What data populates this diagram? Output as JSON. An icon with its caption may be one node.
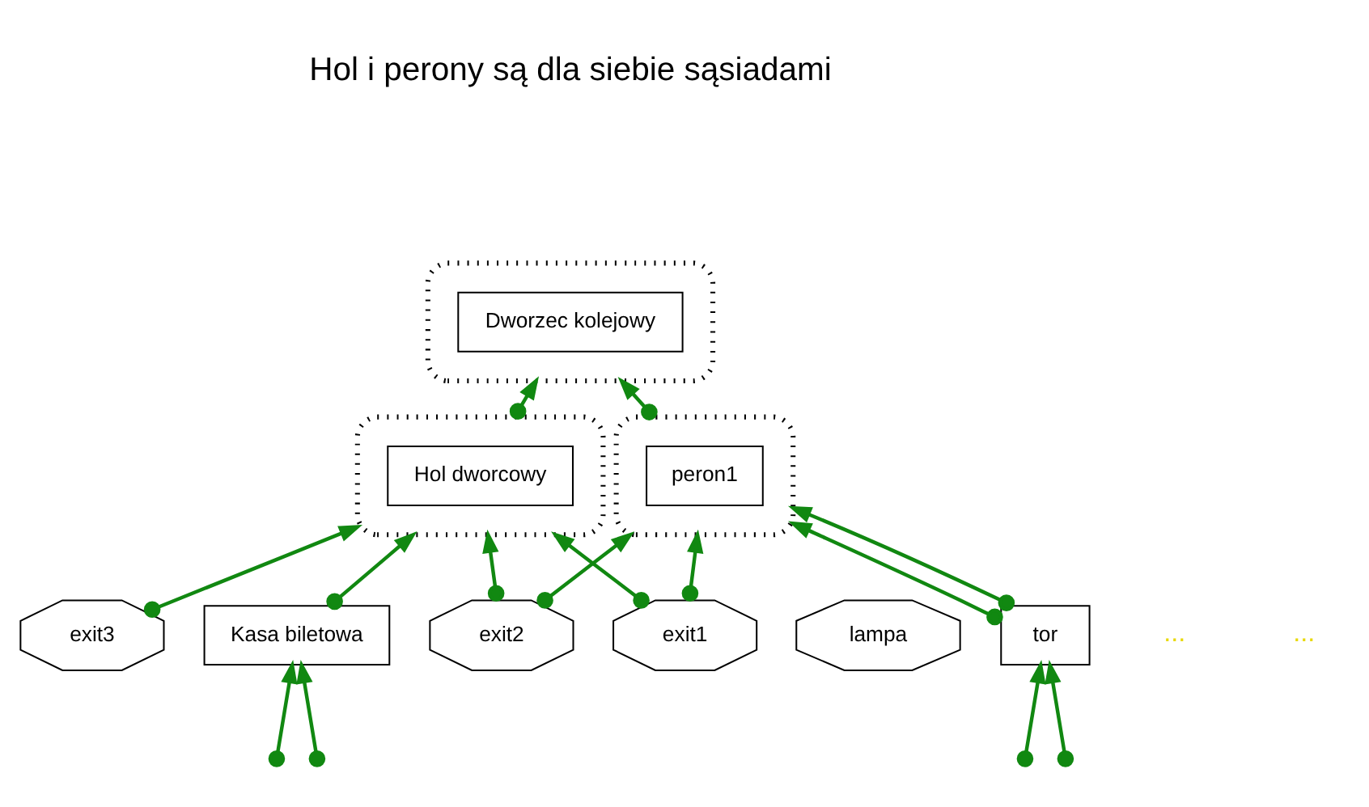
{
  "diagram": {
    "nodes": [
      {
        "text": [],
        "shape": "ellipse"
      },
      {
        "text": [
          "Dworzec kolejowy"
        ],
        "in": 0
      },
      {
        "text": [],
        "shape": "ellipse"
      },
      {
        "text": [
          "Hol dworcowy"
        ],
        "in": 2
      },
      {
        "text": [],
        "shape": "ellipse"
      },
      {
        "text": [
          "peron1"
        ],
        "in": 4
      },
      {
        "text": [
          "exit3"
        ]
      },
      {
        "text": [
          "Kasa biletowa"
        ]
      },
      {
        "text": [
          "exit2"
        ]
      },
      {
        "text": [
          "exit1"
        ]
      },
      {
        "text": [
          "lampa"
        ]
      },
      {
        "text": [
          "tor"
        ]
      }
    ],
    "edges": [
      {
        "from": 2,
        "to": 0,
        "arrow": "to"
      },
      {
        "from": 4,
        "to": 0,
        "arrow": "to"
      },
      {
        "from": 6,
        "to": 2,
        "arrow": "to"
      },
      {
        "from": 7,
        "to": 2,
        "arrow": "to"
      },
      {
        "from": 8,
        "to": 2,
        "arrow": "to"
      },
      {
        "from": 9,
        "to": 2,
        "arrow": "to"
      },
      {
        "from": 8,
        "to": 4,
        "arrow": "to"
      },
      {
        "from": 9,
        "to": 4,
        "arrow": "to"
      },
      {
        "from": 11,
        "to": 4,
        "arrow": "to"
      },
      {
        "from": 11,
        "to": 4,
        "arrow": "to"
      },
      {
        "from": null,
        "to": 7,
        "arrow": "to"
      },
      {
        "from": null,
        "to": 7,
        "arrow": "to"
      },
      {
        "from": null,
        "to": 11,
        "arrow": "to"
      },
      {
        "from": null,
        "to": 11,
        "arrow": "to"
      }
    ],
    "labels": [
      "Hol i perony są dla siebie sąsiadami",
      "...",
      "..."
    ]
  }
}
